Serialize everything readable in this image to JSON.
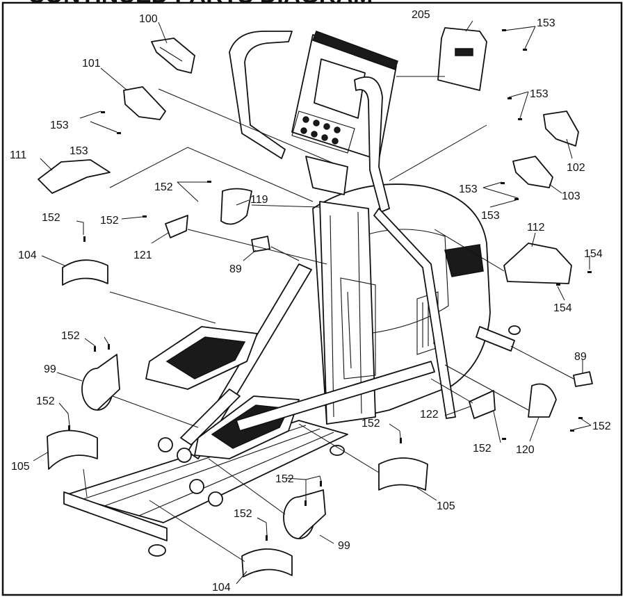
{
  "title_fragment": "CONTINUED PARTS DIAGRAM",
  "labels": [
    {
      "id": "100",
      "text": "100"
    },
    {
      "id": "101",
      "text": "101"
    },
    {
      "id": "153a",
      "text": "153"
    },
    {
      "id": "153b",
      "text": "153"
    },
    {
      "id": "205",
      "text": "205"
    },
    {
      "id": "153c",
      "text": "153"
    },
    {
      "id": "153d",
      "text": "153"
    },
    {
      "id": "111",
      "text": "111"
    },
    {
      "id": "102",
      "text": "102"
    },
    {
      "id": "152a",
      "text": "152"
    },
    {
      "id": "119",
      "text": "119"
    },
    {
      "id": "153e",
      "text": "153"
    },
    {
      "id": "103",
      "text": "103"
    },
    {
      "id": "153f",
      "text": "153"
    },
    {
      "id": "152b",
      "text": "152"
    },
    {
      "id": "152c",
      "text": "152"
    },
    {
      "id": "112",
      "text": "112"
    },
    {
      "id": "121",
      "text": "121"
    },
    {
      "id": "104a",
      "text": "104"
    },
    {
      "id": "89a",
      "text": "89"
    },
    {
      "id": "154a",
      "text": "154"
    },
    {
      "id": "154b",
      "text": "154"
    },
    {
      "id": "152d",
      "text": "152"
    },
    {
      "id": "89b",
      "text": "89"
    },
    {
      "id": "99a",
      "text": "99"
    },
    {
      "id": "152e",
      "text": "152"
    },
    {
      "id": "122",
      "text": "122"
    },
    {
      "id": "152f",
      "text": "152"
    },
    {
      "id": "152g",
      "text": "152"
    },
    {
      "id": "105a",
      "text": "105"
    },
    {
      "id": "152h",
      "text": "152"
    },
    {
      "id": "120",
      "text": "120"
    },
    {
      "id": "152i",
      "text": "152"
    },
    {
      "id": "105b",
      "text": "105"
    },
    {
      "id": "152j",
      "text": "152"
    },
    {
      "id": "99b",
      "text": "99"
    },
    {
      "id": "104b",
      "text": "104"
    }
  ]
}
